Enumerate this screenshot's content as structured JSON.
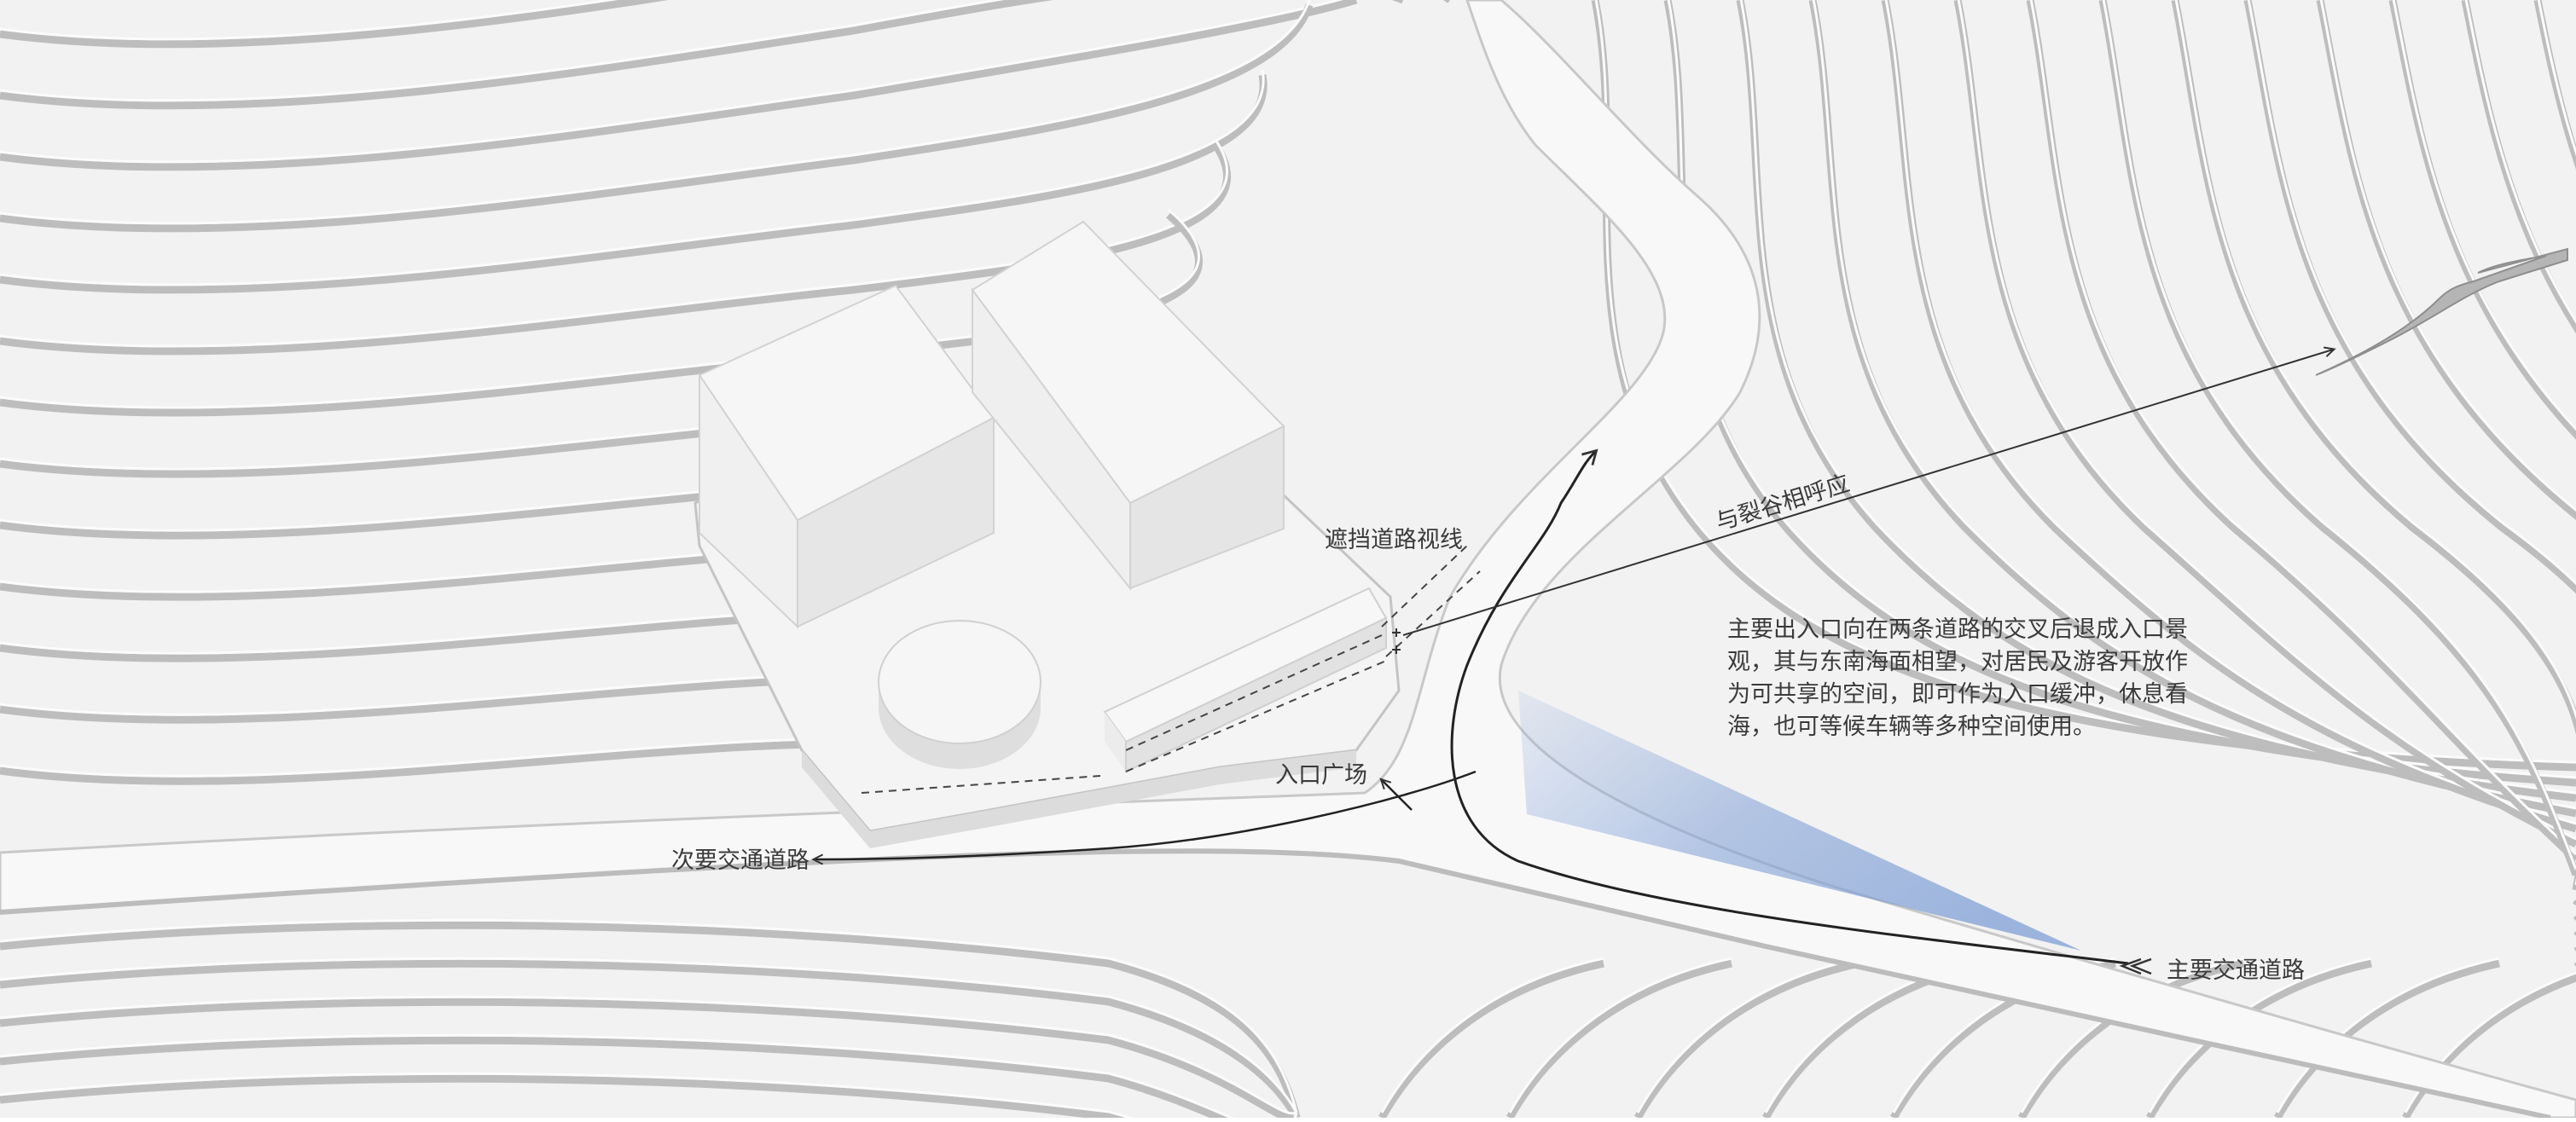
{
  "labels": {
    "block_road_view": "遮挡道路视线",
    "echo_rift": "与裂谷相呼应",
    "entrance_plaza": "入口广场",
    "secondary_road": "次要交通道路",
    "main_road": "主要交通道路"
  },
  "note_lines": [
    "主要出入口向在两条道路的交叉后退成入口景",
    "观，其与东南海面相望，对居民及游客开放作",
    "为可共享的空间，即可作为入口缓冲，休息看",
    "海，也可等候车辆等多种空间使用。"
  ],
  "colors": {
    "ground": "#f3f3f3",
    "terrace_top": "#f7f7f7",
    "terrace_edge": "#b9b9b9",
    "road": "#f8f8f8",
    "building_top": "#f5f5f5",
    "building_side": "#e9e9e9",
    "building_dark": "#dcdcdc",
    "view_cone": "#7f9fd6",
    "line": "#333333"
  }
}
